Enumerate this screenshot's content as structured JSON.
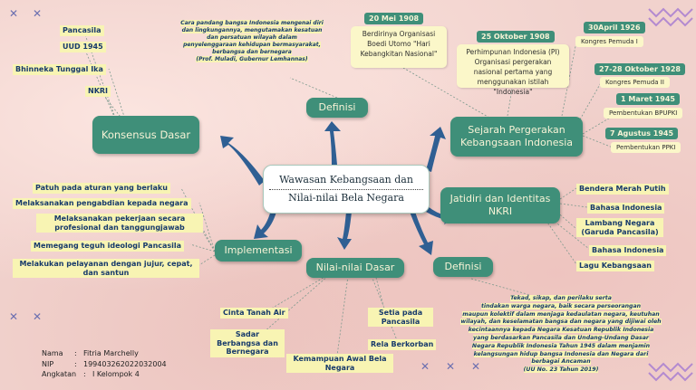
{
  "center": {
    "line1": "Wawasan Kebangsaan dan",
    "line2": "Nilai-nilai Bela Negara"
  },
  "nodes": {
    "konsensus": "Konsensus Dasar",
    "definisi_top": "Definisi",
    "sejarah": "Sejarah Pergerakan Kebangsaan Indonesia",
    "jatidiri": "Jatidiri dan Identitas NKRI",
    "definisi_right": "Definisi",
    "nilai": "Nilai-nilai Dasar",
    "implementasi": "Implementasi"
  },
  "konsensus_items": [
    "Pancasila",
    "UUD 1945",
    "Bhinneka Tunggal Ika",
    "NKRI"
  ],
  "definisi_top_text": {
    "lines": [
      "Cara pandang bangsa Indonesia mengenai diri",
      "dan lingkungannya, mengutamakan kesatuan",
      "dan persatuan wilayah dalam",
      "penyelenggaraan kehidupan bermasyarakat,",
      "berbangsa dan bernegara",
      "(Prof. Muladi, Gubernur Lemhannas)"
    ]
  },
  "sejarah_items": [
    {
      "date": "20 Mei 1908",
      "text": "Berdirinya Organisasi Boedi Utomo \"Hari Kebangkitan Nasional\""
    },
    {
      "date": "25 Oktober 1908",
      "text": "Perhimpunan Indonesia (PI) Organisasi pergerakan nasional pertama yang menggunakan istilah \"Indonesia\""
    },
    {
      "date": "30April 1926",
      "text": "Kongres Pemuda I"
    },
    {
      "date": "27-28 Oktober 1928",
      "text": "Kongres Pemuda II"
    },
    {
      "date": "1 Maret 1945",
      "text": "Pembentukan BPUPKI"
    },
    {
      "date": "7 Agustus 1945",
      "text": "Pembentukan PPKI"
    }
  ],
  "jatidiri_items": [
    "Bendera Merah Putih",
    "Bahasa Indonesia",
    "Lambang Negara (Garuda Pancasila)",
    "Bahasa Indonesia",
    "Lagu Kebangsaan"
  ],
  "definisi_right_text": {
    "lines": [
      "Tekad, sikap, dan perilaku serta",
      "tindakan warga negara, baik secara perseorangan",
      "maupun kolektif dalam menjaga kedaulatan negara, keutuhan",
      "wilayah, dan keselamatan bangsa dan negara yang dijiwai oleh",
      "kecintaannya kepada Negara Kesatuan Republik Indonesia",
      "yang berdasarkan Pancasila dan Undang-Undang Dasar",
      "Negara Republik Indonesia Tahun 1945 dalam menjamin",
      "kelangsungan hidup bangsa Indonesia dan Negara dari",
      "berbagai Ancaman",
      "(UU No. 23 Tahun 2019)"
    ]
  },
  "nilai_items": [
    "Cinta Tanah Air",
    "Sadar Berbangsa dan Bernegara",
    "Kemampuan Awal Bela Negara",
    "Rela Berkorban",
    "Setia pada Pancasila"
  ],
  "implementasi_items": [
    "Patuh pada aturan yang berlaku",
    "Melaksanakan pengabdian kepada negara",
    "Melaksanakan pekerjaan secara profesional dan tanggungjawab",
    "Memegang teguh ideologi Pancasila",
    "Melakukan pelayanan dengan jujur, cepat, dan santun"
  ],
  "info": {
    "name_label": "Nama",
    "name_value": "Fitria Marchelly",
    "nip_label": "NIP",
    "nip_value": "199403262022032004",
    "angkatan_label": "Angkatan",
    "angkatan_value": "I Kelompok 4"
  },
  "colors": {
    "node": "#3f8f79",
    "leaf_bg": "#f8f4b3",
    "leaf_text": "#173a6b",
    "arrow": "#2f5f93",
    "background": "#f1d2cd"
  },
  "decorations": [
    "x-mark-icon",
    "zigzag-icon"
  ]
}
